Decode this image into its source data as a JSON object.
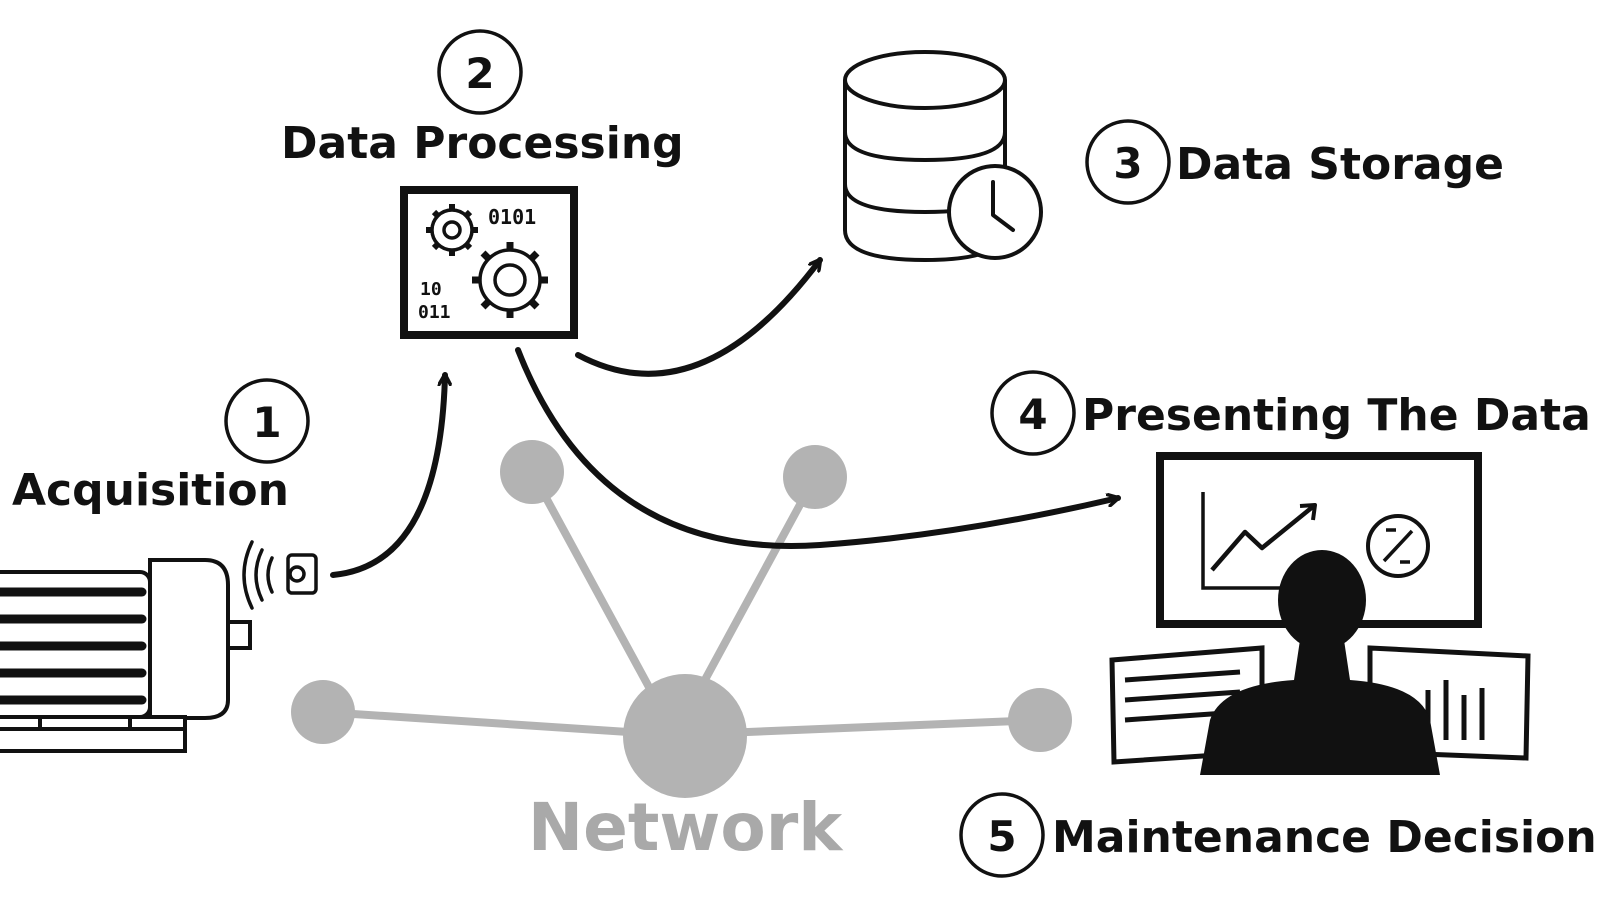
{
  "steps": [
    {
      "number": "1",
      "label": "Acquisition"
    },
    {
      "number": "2",
      "label": "Data Processing"
    },
    {
      "number": "3",
      "label": "Data Storage"
    },
    {
      "number": "4",
      "label": "Presenting The Data"
    },
    {
      "number": "5",
      "label": "Maintenance Decision"
    }
  ],
  "network": {
    "label": "Network"
  },
  "processing_icon": {
    "bits_top": "0101",
    "bits_mid": "10",
    "bits_bottom": "011"
  },
  "icons": {
    "motor": "electric-motor-icon",
    "sensor": "wireless-sensor-icon",
    "processing": "processing-chip-icon",
    "storage": "database-clock-icon",
    "dashboard": "monitor-chart-icon",
    "operator": "operator-silhouette-icon"
  },
  "colors": {
    "ink": "#111111",
    "network": "#b3b3b3",
    "network_text": "#a9a9a9",
    "background": "#ffffff"
  }
}
